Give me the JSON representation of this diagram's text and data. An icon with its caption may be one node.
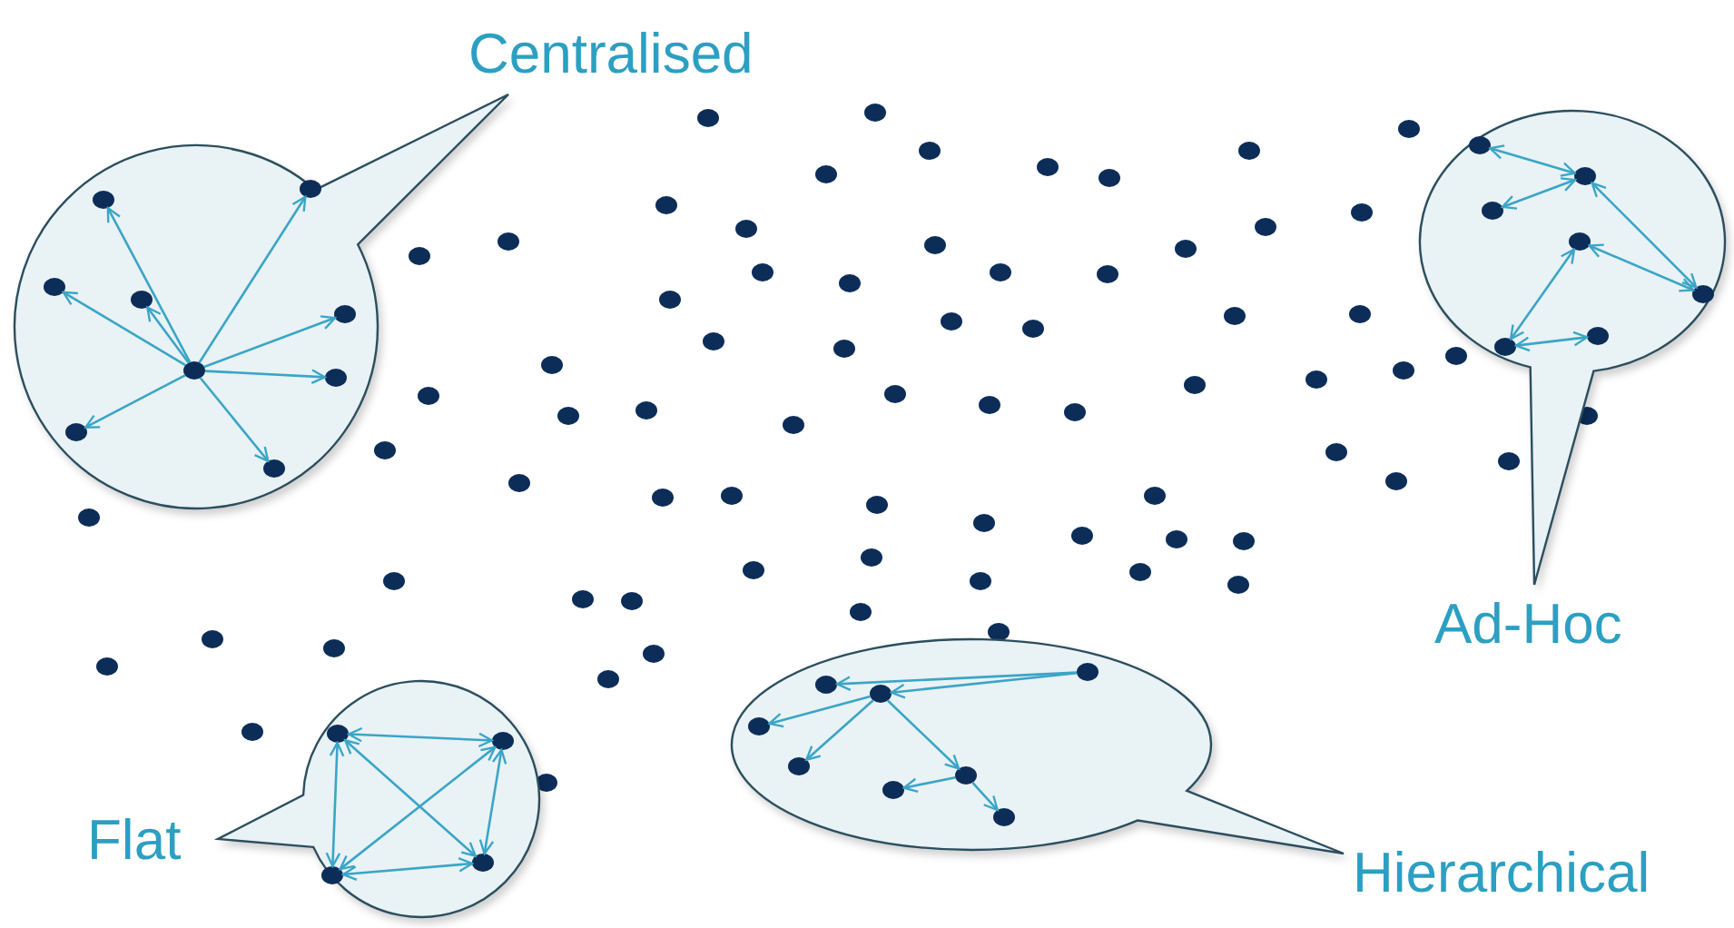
{
  "diagram": {
    "nodes": [
      {
        "text": [
          "Centralised"
        ]
      },
      {
        "text": [],
        "shape": "circle",
        "in": 0
      },
      {
        "text": [],
        "shape": "circle",
        "in": 0
      },
      {
        "text": [],
        "shape": "circle",
        "in": 0
      },
      {
        "text": [],
        "shape": "circle",
        "in": 0
      },
      {
        "text": [],
        "shape": "circle",
        "in": 0
      },
      {
        "text": [],
        "shape": "circle",
        "in": 0
      },
      {
        "text": [],
        "shape": "circle",
        "in": 0
      },
      {
        "text": [],
        "shape": "circle",
        "in": 0
      },
      {
        "text": [],
        "shape": "circle",
        "in": 0
      },
      {
        "text": [
          "Ad-Hoc"
        ]
      },
      {
        "text": [],
        "shape": "circle",
        "in": 10
      },
      {
        "text": [],
        "shape": "circle",
        "in": 10
      },
      {
        "text": [],
        "shape": "circle",
        "in": 10
      },
      {
        "text": [],
        "shape": "circle",
        "in": 10
      },
      {
        "text": [],
        "shape": "circle",
        "in": 10
      },
      {
        "text": [],
        "shape": "circle",
        "in": 10
      },
      {
        "text": [],
        "shape": "circle",
        "in": 10
      },
      {
        "text": [
          "Hierarchical"
        ]
      },
      {
        "text": [],
        "shape": "circle",
        "in": 18
      },
      {
        "text": [],
        "shape": "circle",
        "in": 18
      },
      {
        "text": [],
        "shape": "circle",
        "in": 18
      },
      {
        "text": [],
        "shape": "circle",
        "in": 18
      },
      {
        "text": [],
        "shape": "circle",
        "in": 18
      },
      {
        "text": [],
        "shape": "circle",
        "in": 18
      },
      {
        "text": [],
        "shape": "circle",
        "in": 18
      },
      {
        "text": [],
        "shape": "circle",
        "in": 18
      },
      {
        "text": [
          "Flat"
        ]
      },
      {
        "text": [],
        "shape": "circle",
        "in": 27
      },
      {
        "text": [],
        "shape": "circle",
        "in": 27
      },
      {
        "text": [],
        "shape": "circle",
        "in": 27
      },
      {
        "text": [],
        "shape": "circle",
        "in": 27
      }
    ],
    "edges": [
      {
        "from": 1,
        "to": 2,
        "arrow": "to"
      },
      {
        "from": 1,
        "to": 3,
        "arrow": "to"
      },
      {
        "from": 1,
        "to": 4,
        "arrow": "to"
      },
      {
        "from": 1,
        "to": 5,
        "arrow": "to"
      },
      {
        "from": 1,
        "to": 6,
        "arrow": "to"
      },
      {
        "from": 1,
        "to": 7,
        "arrow": "to"
      },
      {
        "from": 1,
        "to": 8,
        "arrow": "to"
      },
      {
        "from": 1,
        "to": 9,
        "arrow": "to"
      },
      {
        "from": 11,
        "to": 12,
        "arrow": "both"
      },
      {
        "from": 13,
        "to": 12,
        "arrow": "both"
      },
      {
        "from": 12,
        "to": 15,
        "arrow": "both"
      },
      {
        "from": 14,
        "to": 15,
        "arrow": "both"
      },
      {
        "from": 14,
        "to": 16,
        "arrow": "both"
      },
      {
        "from": 16,
        "to": 17,
        "arrow": "both"
      },
      {
        "from": 19,
        "to": 20,
        "arrow": "to"
      },
      {
        "from": 19,
        "to": 21,
        "arrow": "to"
      },
      {
        "from": 21,
        "to": 22,
        "arrow": "to"
      },
      {
        "from": 21,
        "to": 23,
        "arrow": "to"
      },
      {
        "from": 21,
        "to": 24,
        "arrow": "to"
      },
      {
        "from": 24,
        "to": 25,
        "arrow": "to"
      },
      {
        "from": 24,
        "to": 26,
        "arrow": "to"
      },
      {
        "from": 28,
        "to": 29,
        "arrow": "both"
      },
      {
        "from": 28,
        "to": 31,
        "arrow": "both"
      },
      {
        "from": 29,
        "to": 30,
        "arrow": "both"
      },
      {
        "from": 31,
        "to": 30,
        "arrow": "both"
      },
      {
        "from": 28,
        "to": 30,
        "arrow": "both"
      },
      {
        "from": 29,
        "to": 31,
        "arrow": "both"
      }
    ]
  }
}
